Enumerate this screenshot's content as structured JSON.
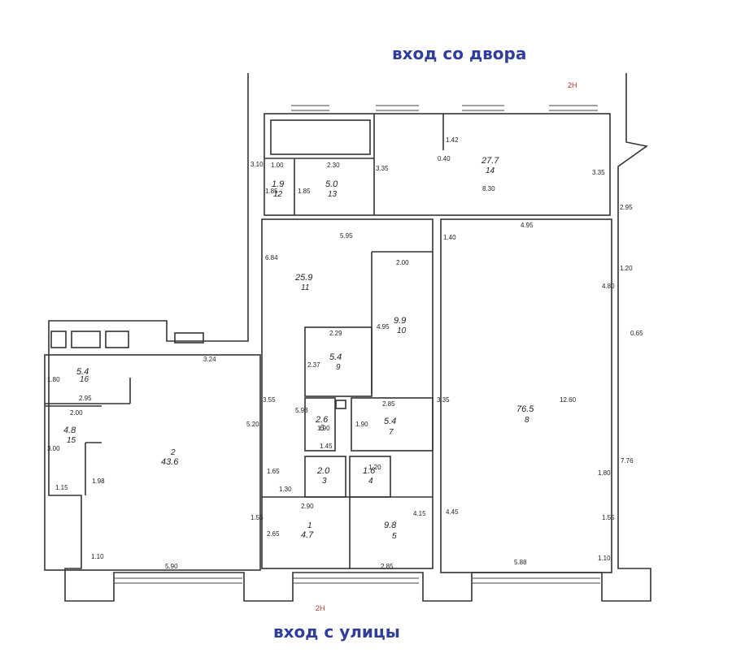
{
  "entrances": {
    "yard": "вход со двора",
    "street": "вход с улицы"
  },
  "entrance_marks": {
    "yard": "2H",
    "street": "2H"
  },
  "rooms": [
    {
      "no": "1",
      "area": "4.7"
    },
    {
      "no": "2",
      "area": "43.6"
    },
    {
      "no": "3",
      "area": "2.0"
    },
    {
      "no": "4",
      "area": "1.6"
    },
    {
      "no": "5",
      "area": "9.8"
    },
    {
      "no": "6",
      "area": "2.6"
    },
    {
      "no": "7",
      "area": "5.4"
    },
    {
      "no": "8",
      "area": "76.5"
    },
    {
      "no": "9",
      "area": "5.4"
    },
    {
      "no": "10",
      "area": "9.9"
    },
    {
      "no": "11",
      "area": "25.9"
    },
    {
      "no": "12",
      "area": "1.9"
    },
    {
      "no": "13",
      "area": "5.0"
    },
    {
      "no": "14",
      "area": "27.7"
    },
    {
      "no": "15",
      "area": "4.8"
    },
    {
      "no": "16",
      "area": "5.4"
    }
  ],
  "dimensions": [
    "3.10",
    "1.00",
    "1.85",
    "1.85",
    "2.30",
    "3.35",
    "1.42",
    "0.40",
    "8.30",
    "3.35",
    "2.95",
    "5.95",
    "4.95",
    "1.40",
    "6.84",
    "2.00",
    "4.95",
    "4.80",
    "1.20",
    "0.65",
    "3.24",
    "2.29",
    "2.37",
    "5.93",
    "1.80",
    "2.95",
    "2.00",
    "3.00",
    "1.98",
    "1.15",
    "5.20",
    "3.55",
    "1.65",
    "1.90",
    "1.45",
    "2.85",
    "1.90",
    "1.30",
    "2.90",
    "1.20",
    "3.35",
    "12.60",
    "1.80",
    "7.76",
    "4.15",
    "4.45",
    "1.55",
    "2.65",
    "1.55",
    "1.10",
    "5.90",
    "2.85",
    "5.88",
    "1.10"
  ]
}
